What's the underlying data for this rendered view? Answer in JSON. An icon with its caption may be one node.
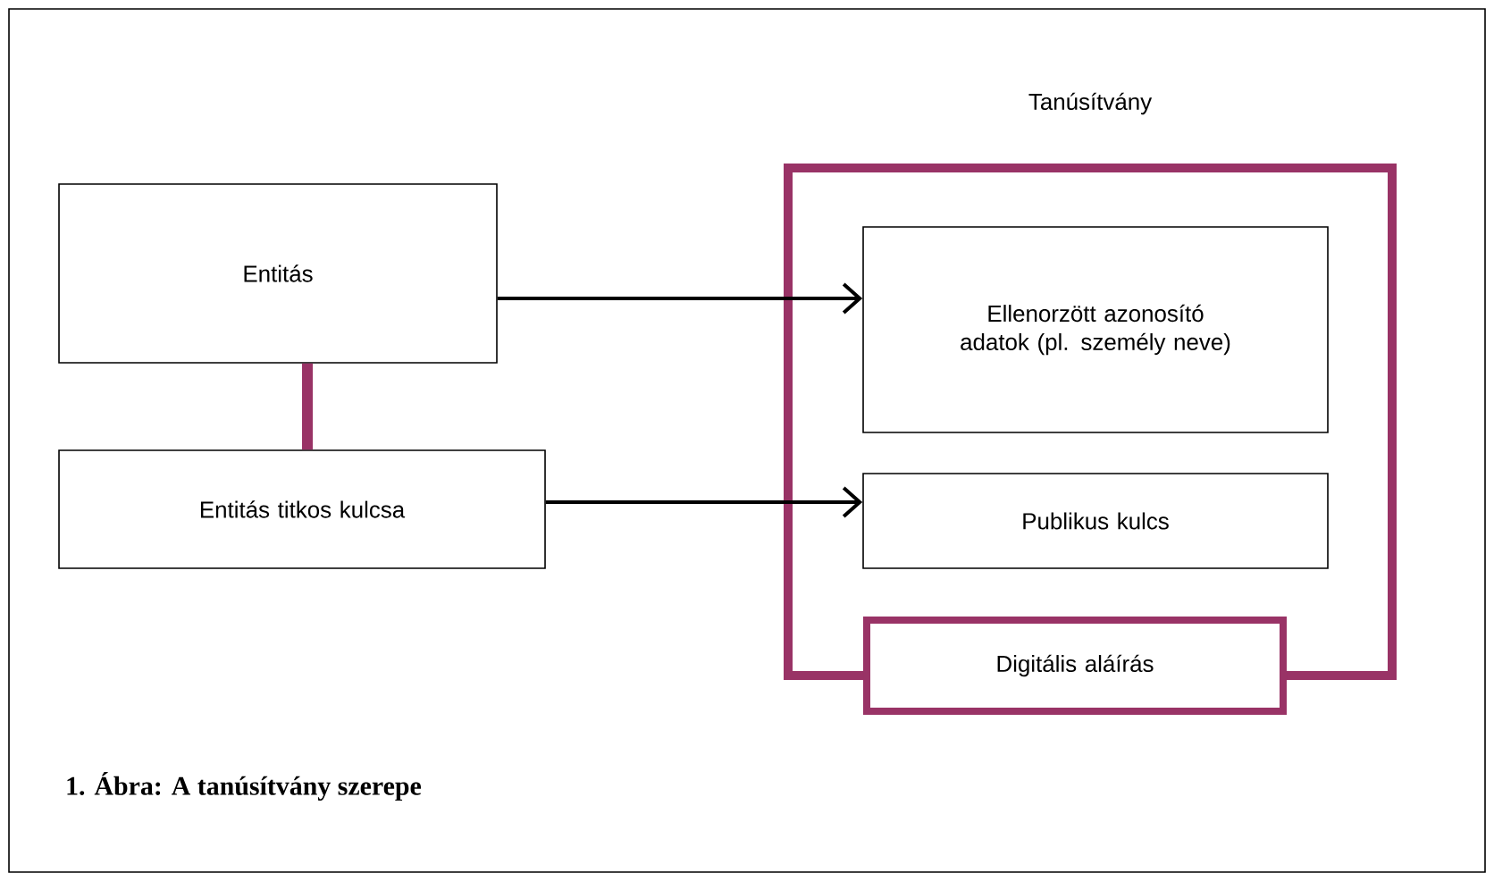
{
  "diagram": {
    "caption": "1. Ábra: A tanúsítvány szerepe",
    "nodes": [
      {
        "text": [
          "Tanúsítvány"
        ]
      },
      {
        "text": [
          "Entitás"
        ]
      },
      {
        "text": [
          "Ellenorzött azonosító adatok (pl. személy neve)"
        ],
        "in": 0
      },
      {
        "text": [
          "Entitás titkos kulcsa"
        ]
      },
      {
        "text": [
          "Publikus kulcs"
        ],
        "in": 0
      },
      {
        "text": [
          "Digitális aláírás"
        ]
      }
    ],
    "edges": [
      {
        "from": 1,
        "to": 2,
        "arrow": "to"
      },
      {
        "from": 3,
        "to": 4,
        "arrow": "to"
      },
      {
        "from": 1,
        "to": 3,
        "arrow": "none",
        "style": "thick",
        "color": "#993366"
      }
    ]
  }
}
